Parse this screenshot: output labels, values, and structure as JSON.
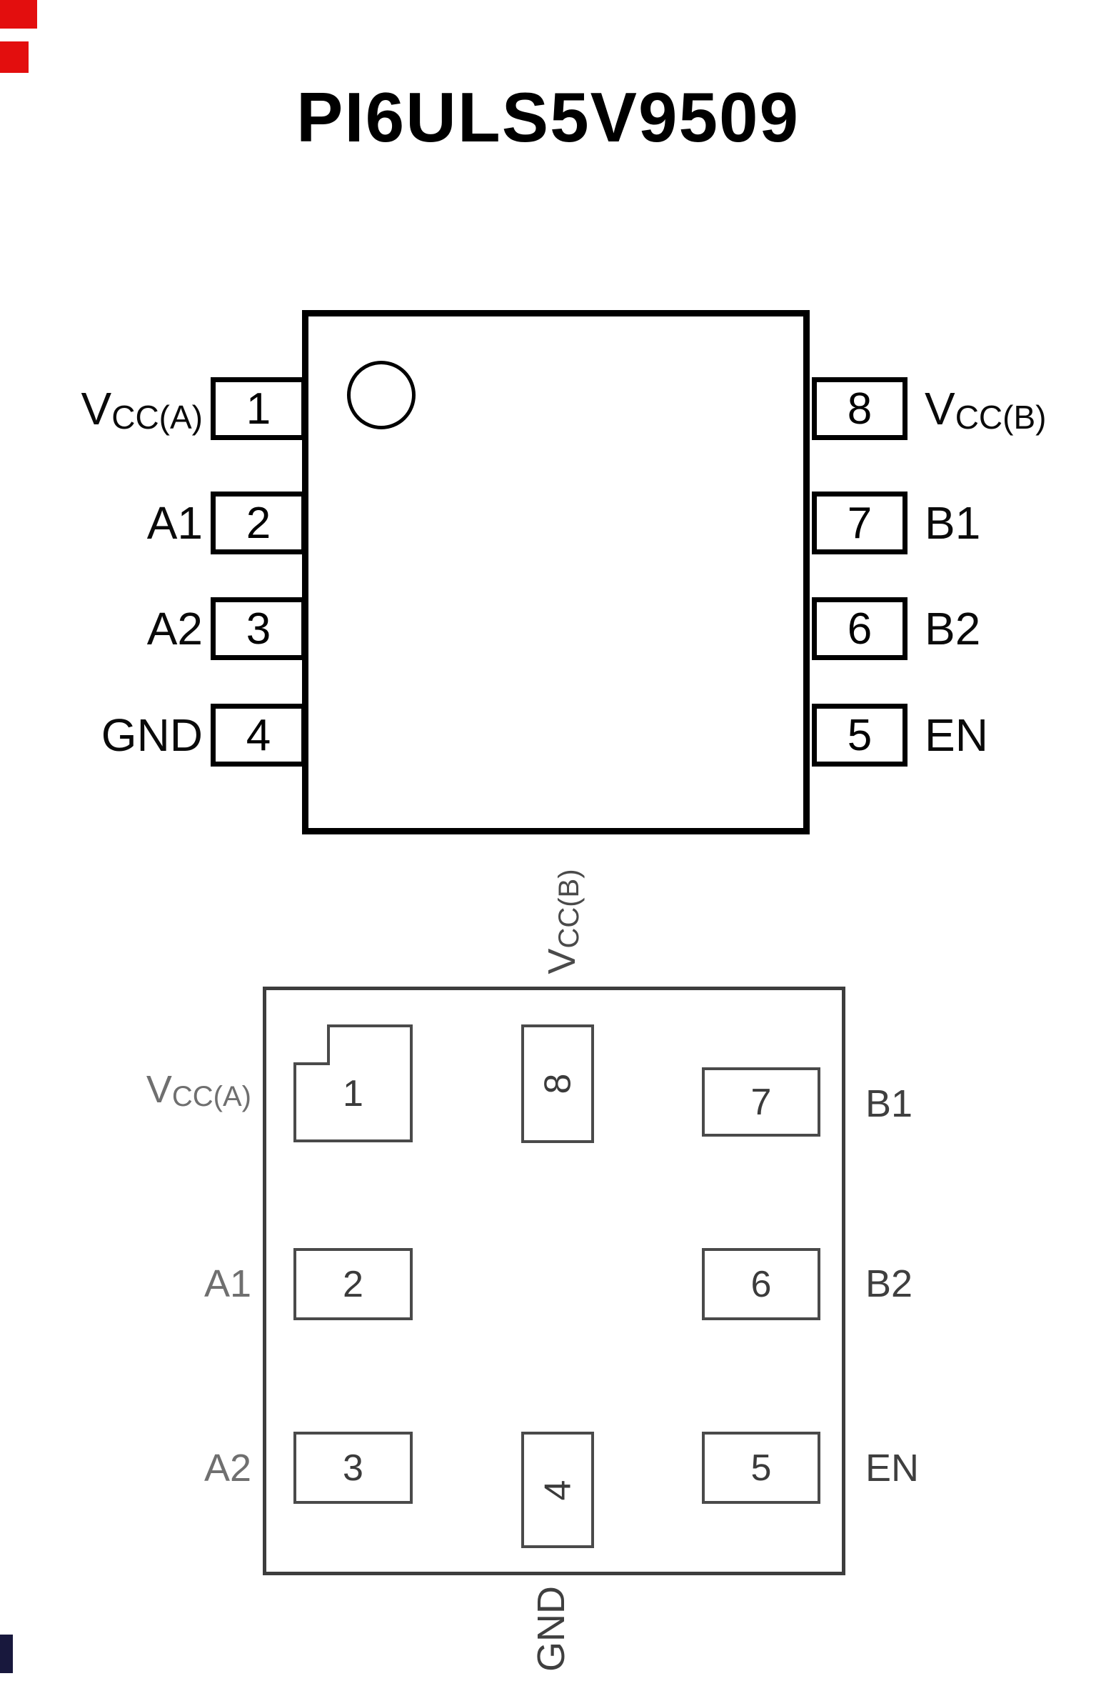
{
  "page": {
    "title": "PI6ULS5V9509"
  },
  "colors": {
    "ink": "#000000",
    "diagram_gray": "#3d3d3d",
    "artifact_red": "#e30e0e",
    "artifact_navy": "#18183d"
  },
  "top_diagram": {
    "left_pins": [
      {
        "number": "1",
        "label_main": "V",
        "label_sub": "CC(A)"
      },
      {
        "number": "2",
        "label_main": "A1",
        "label_sub": ""
      },
      {
        "number": "3",
        "label_main": "A2",
        "label_sub": ""
      },
      {
        "number": "4",
        "label_main": "GND",
        "label_sub": ""
      }
    ],
    "right_pins": [
      {
        "number": "8",
        "label_main": "V",
        "label_sub": "CC(B)"
      },
      {
        "number": "7",
        "label_main": "B1",
        "label_sub": ""
      },
      {
        "number": "6",
        "label_main": "B2",
        "label_sub": ""
      },
      {
        "number": "5",
        "label_main": "EN",
        "label_sub": ""
      }
    ]
  },
  "bottom_diagram": {
    "top_label": {
      "main": "V",
      "sub": "CC(B)"
    },
    "bottom_label": "GND",
    "left_labels": [
      {
        "main": "V",
        "sub": "CC(A)"
      },
      {
        "main": "A1",
        "sub": ""
      },
      {
        "main": "A2",
        "sub": ""
      }
    ],
    "right_labels": [
      "B1",
      "B2",
      "EN"
    ],
    "pads": {
      "pin1": "1",
      "pin2": "2",
      "pin3": "3",
      "pin4": "4",
      "pin5": "5",
      "pin6": "6",
      "pin7": "7",
      "pin8": "8"
    }
  }
}
